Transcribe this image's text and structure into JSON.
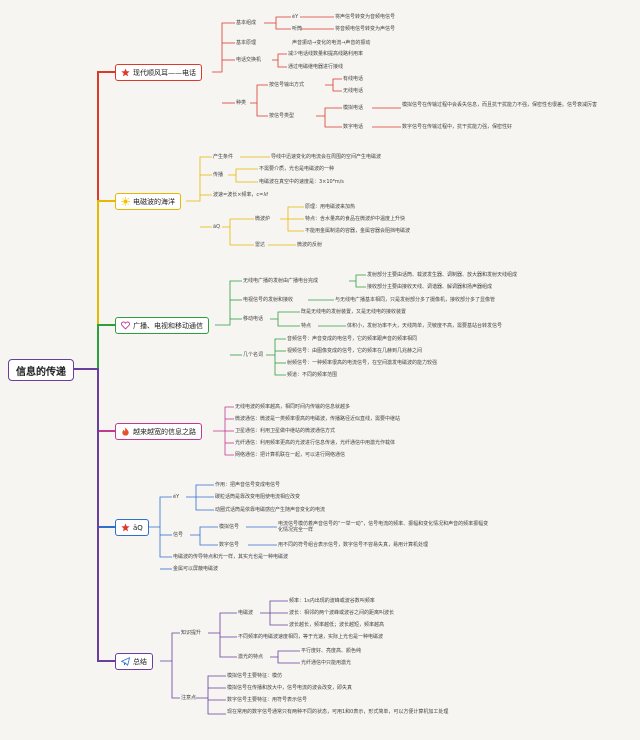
{
  "root": "信息的传递",
  "colors": {
    "red": "#d93a2b",
    "yellow": "#e6b800",
    "green": "#2e9e3f",
    "magenta": "#c23a8e",
    "blue": "#2f6fd0",
    "purple": "#6a3e9e"
  },
  "icons": {
    "telephone": "star-icon",
    "emwave": "sun-icon",
    "broadcast": "heart-icon",
    "newways": "flame-icon",
    "wQ": "star-icon",
    "summary": "paper-plane-icon"
  },
  "branches": {
    "telephone": {
      "title": "现代顺风耳——电话",
      "basic": {
        "label": "基本组成",
        "earpiece": "éY",
        "mic": "听筒",
        "earpiece_desc": "将声信号转变为音频电信号",
        "mic_desc": "将音频电信号转变为声信号"
      },
      "principle": {
        "label": "基本原理",
        "desc": "声音振动→变化的电流→声音的振动"
      },
      "exchange": {
        "label": "电话交换机",
        "items": [
          "减少电话线数量和提高线路利用率",
          "通过电磁继电器进行接线"
        ]
      },
      "kinds": {
        "label": "种类",
        "by_output": "按信号输出方式",
        "wired": "有线电话",
        "wireless": "无线电话",
        "by_type": "按信号类型",
        "analog": "模拟电话",
        "analog_desc": "模拟信号在传输过程中会丢失信息，而且抗干扰能力不强，保密性也很差。信号衰减厉害",
        "digital": "数字电话",
        "digital_desc": "数字信号在传输过程中，抗干扰能力强，保密性好"
      }
    },
    "emwave": {
      "title": "电磁波的海洋",
      "gen_label": "产生条件",
      "gen_desc": "导线中迅速变化的电流会在周围的空间产生电磁波",
      "prop_label": "传播",
      "prop_1": "不需要介质，光也是电磁波的一种",
      "prop_2": "电磁波在真空中的速度是：3×10⁸m/s",
      "formula": "波速=波长×频率，c=λf",
      "wq": "äQ",
      "microwave": "微波炉",
      "mw_1": "原理：用电磁波来加热",
      "mw_2": "特点：含水量高的食品在微波炉中温度上升快",
      "mw_3": "不能用金属制造的容器，金属容器会阻挡电磁波",
      "radar": "雷达",
      "radar_desc": "微波的反射"
    },
    "broadcast": {
      "title": "广播、电视和移动通信",
      "wireless": "无线电广播的发射由广播电台完成",
      "tx": "发射部分主要由话筒、载波发生器、调制器、放大器和发射天线组成",
      "rx": "接收部分主要由接收天线、调谐器、解调器和扬声器组成",
      "tv": "电视信号的发射和接收",
      "tv_desc": "与无线电广播基本相同，只是发射部分多了摄像机，接收部分多了显像管",
      "mobile": "移动电话",
      "mobile_1": "既是无线电的发射装置，又是无线电的接收装置",
      "feature": "特点",
      "feature_desc": "体积小，发射功率不大，天线简单，灵敏度不高，需要基站台转发信号",
      "terms": "几个名词",
      "terms_list": [
        "音频信号：声音变成的电信号，它的频率跟声音的频率相同",
        "视频信号：由图像变成的信号，它的频率在几赫到几兆赫之间",
        "射频信号：一种频率很高的电流信号，在空间激发电磁波的能力较强",
        "频道：不同的频率范围"
      ]
    },
    "newways": {
      "title": "越来越宽的信息之路",
      "items": [
        "无线电波的频率越高，相同时间内传输的信息就越多",
        "微波通信：微波是一类频率很高的电磁波，传播路径近似直线，需要中继站",
        "卫星通信：利用卫星做中继站的微波通信方式",
        "光纤通信：利用频率更高的光波进行信息传递，光纤通信中用激光作载体",
        "网络通信：把计算机联在一起，可以进行网络通信"
      ]
    },
    "wQ": {
      "title": "äQ",
      "ey": "éY",
      "role": "作用：把声音信号变成电信号",
      "mag": "碳粒话筒是靠改变电阻使电流相应改变",
      "dyn": "动圈式话筒是依靠电磁感应产生随声音变化的电流",
      "signal": "信号",
      "analog": "模拟信号",
      "analog_desc": "电流信号模仿着声音信号的“一举一动”，信号电流的频率、振幅和变化情况和声音的频率振幅变化情况完全一样",
      "digital": "数字信号",
      "digital_desc": "用不同的符号组合表示信号，数字信号不容易失真，易用计算机处理",
      "wave_same": "电磁波的传导特点和光一样，其实光也是一种电磁波",
      "metal": "金属可以屏蔽电磁波"
    },
    "summary": {
      "title": "总结",
      "points": "知识提升",
      "em_label": "电磁波",
      "freq": "频率：1s内出现的波峰或波谷数叫频率",
      "wl": "波长：相邻的两个波峰或波谷之间的距离叫波长",
      "rel": "波长越长，频率越低；波长越短，频率越高",
      "speed": "不同频率的电磁波速度相同，等于光速，实际上光也是一种电磁波",
      "laser": "激光的特点",
      "laser_1": "平行度好、亮度高、颜色纯",
      "laser_2": "光纤通信中只能用激光",
      "notes": "注意点",
      "notes_list": [
        "模拟信号主要特征：模仿",
        "模拟信号在传播和放大中，信号电流的波会改变，即失真",
        "数字信号主要特征：用符号表示信号",
        "现在常用的数字信号通常只有两种不同的状态，可用1和0表示，形式简单，可以方便计算机加工处理"
      ]
    }
  }
}
